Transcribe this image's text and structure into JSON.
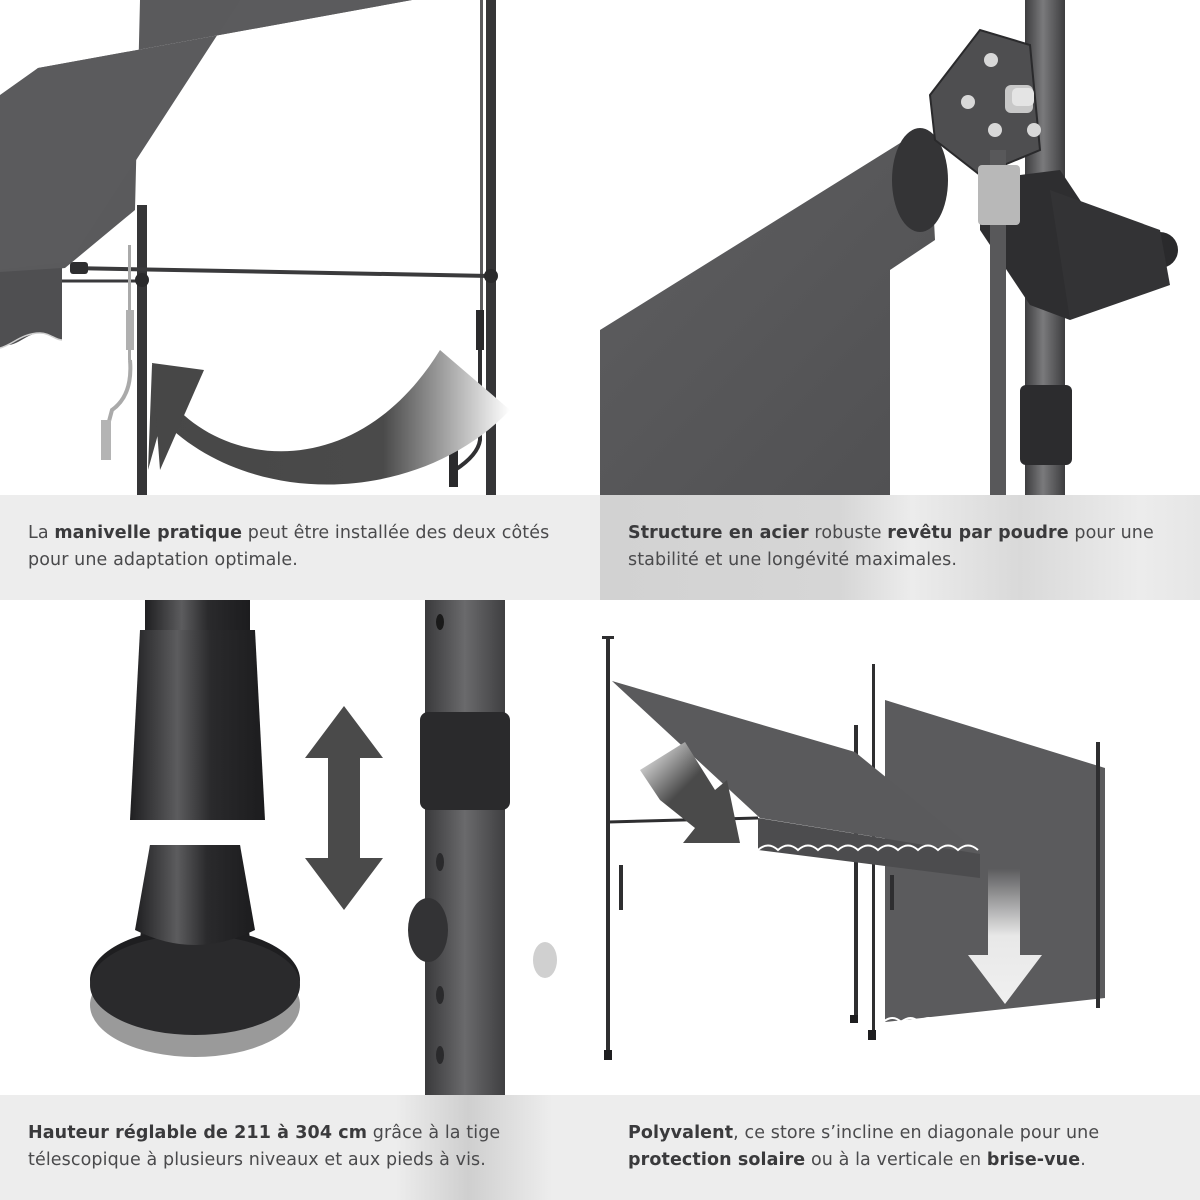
{
  "panels": [
    {
      "id": "crank",
      "illustration": "awning with crank handle, curved arrow showing crank moved to other side",
      "caption": {
        "parts": [
          {
            "text": "La ",
            "bold": false
          },
          {
            "text": "manivelle pratique",
            "bold": true
          },
          {
            "text": " peut être installée des deux côtés pour une adaptation optimale.",
            "bold": false
          }
        ]
      }
    },
    {
      "id": "steel",
      "illustration": "close-up of steel pole bracket with screws and fabric",
      "caption": {
        "parts": [
          {
            "text": "Structure en acier",
            "bold": true
          },
          {
            "text": " robuste ",
            "bold": false
          },
          {
            "text": "revêtu par poudre",
            "bold": true
          },
          {
            "text": " pour une stabilité et une longévité maximales.",
            "bold": false
          }
        ]
      }
    },
    {
      "id": "height",
      "illustration": "pole foot and telescopic pole with up-down arrow",
      "caption": {
        "parts": [
          {
            "text": "Hauteur réglable de 211 à 304 cm",
            "bold": true
          },
          {
            "text": " grâce à la tige télescopique à plusieurs niveaux et aux pieds à vis.",
            "bold": false
          }
        ]
      }
    },
    {
      "id": "versatile",
      "illustration": "two awnings, one inclined diagonally, one vertical, with arrows",
      "caption": {
        "parts": [
          {
            "text": "Polyvalent",
            "bold": true
          },
          {
            "text": ", ce store s’incline en diagonale pour une ",
            "bold": false
          },
          {
            "text": "protection solaire",
            "bold": true
          },
          {
            "text": " ou à la verticale en ",
            "bold": false
          },
          {
            "text": "brise-vue",
            "bold": true
          },
          {
            "text": ".",
            "bold": false
          }
        ]
      }
    }
  ],
  "colors": {
    "fabric": "#58585a",
    "pole": "#3a3a3c",
    "arrow": "#4a4a4a",
    "caption_bg": "#ededed",
    "caption_text": "#4a4a4c"
  }
}
